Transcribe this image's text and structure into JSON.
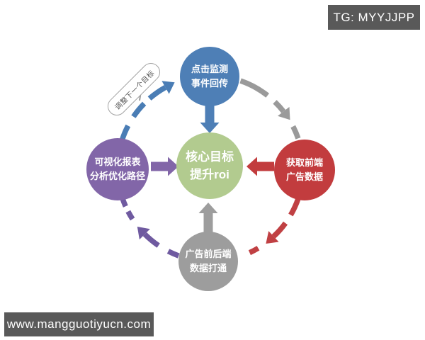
{
  "watermarks": {
    "telegram": "TG: MYYJJPP",
    "website": "www.mangguotiyucn.com"
  },
  "diagram": {
    "center": {
      "lines": [
        "核心目标",
        "提升roi"
      ],
      "color": "#b2cb8f"
    },
    "nodes": [
      {
        "id": "top",
        "lines": [
          "点击监测",
          "事件回传"
        ],
        "color": "#4e7fb6"
      },
      {
        "id": "right",
        "lines": [
          "获取前端",
          "广告数据"
        ],
        "color": "#c23c3e"
      },
      {
        "id": "bottom",
        "lines": [
          "广告前后端",
          "数据打通"
        ],
        "color": "#9d9d9d"
      },
      {
        "id": "left",
        "lines": [
          "可视化报表",
          "分析优化路径"
        ],
        "color": "#8266a8"
      }
    ],
    "cycle_label": "调整下一个目标",
    "arc_colors": {
      "top_right": "#9a9a9a",
      "bottom_right": "#c04043",
      "bottom_left": "#6f5aa0",
      "top_left": "#4a7db5"
    }
  },
  "colors": {
    "watermark_bg": "#595959",
    "watermark_text": "#ffffff",
    "background": "#ffffff"
  }
}
